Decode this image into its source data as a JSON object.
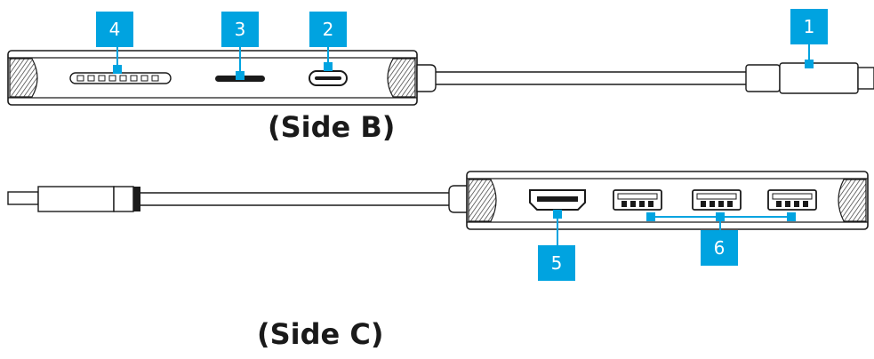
{
  "callouts": {
    "c1": "1",
    "c2": "2",
    "c3": "3",
    "c4": "4",
    "c5": "5",
    "c6": "6"
  },
  "labels": {
    "side_b": "(Side B)",
    "side_c": "(Side C)"
  },
  "colors": {
    "callout_fill": "#00a3e0",
    "line": "#1a1a1a",
    "leader": "#00a3e0"
  }
}
